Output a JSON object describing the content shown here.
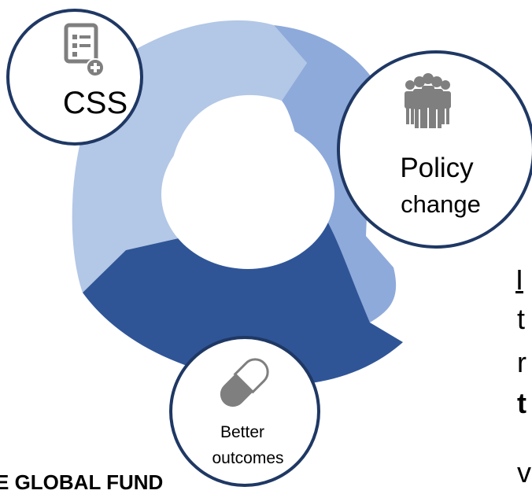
{
  "cycle": {
    "colors": {
      "light": "#b3c7e6",
      "medium": "#8eaadb",
      "dark": "#2f5597",
      "circle_border": "#1f3864",
      "icon": "#7f7f7f"
    },
    "nodes": [
      {
        "id": "css",
        "label_lines": [
          "CSS"
        ],
        "icon": "checklist-add-icon"
      },
      {
        "id": "policy",
        "label_lines": [
          "Policy",
          "change"
        ],
        "icon": "people-group-icon"
      },
      {
        "id": "outcomes",
        "label_lines": [
          "Better",
          "outcomes"
        ],
        "icon": "pill-capsule-icon"
      }
    ]
  },
  "footer_fragment": "E GLOBAL FUND",
  "side_text_fragments": [
    "I",
    "t",
    "r",
    "t",
    "v"
  ]
}
